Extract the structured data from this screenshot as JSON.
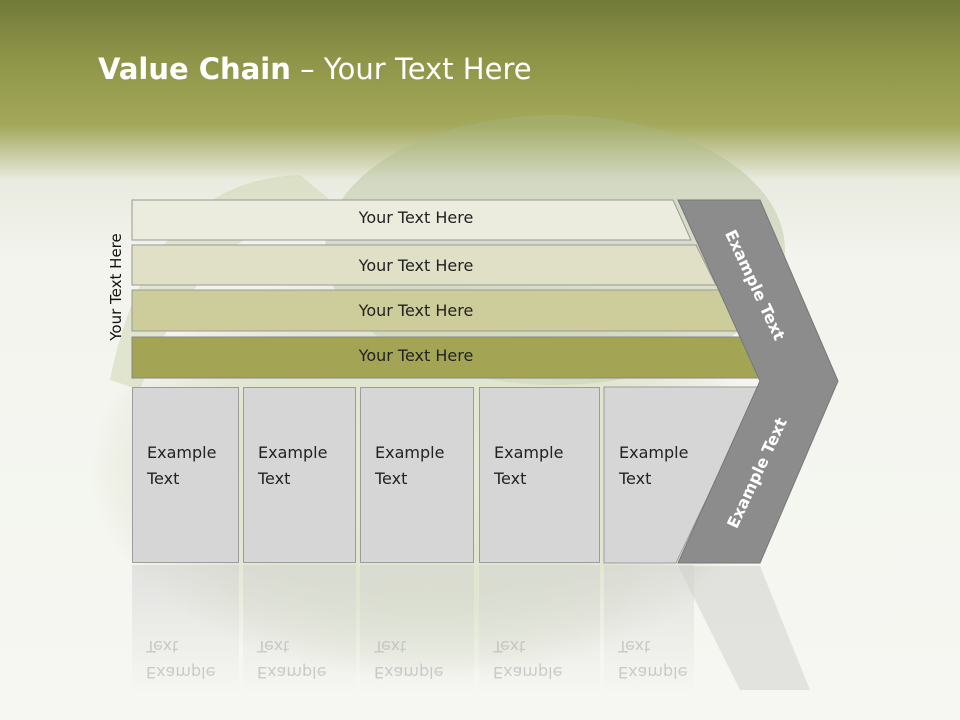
{
  "slide": {
    "title_bold": "Value Chain",
    "title_rest": " – Your Text Here",
    "side_label": "Your Text Here"
  },
  "rows": [
    {
      "label": "Your Text Here",
      "color": "#ececde"
    },
    {
      "label": "Your Text Here",
      "color": "#dfe0c5"
    },
    {
      "label": "Your Text Here",
      "color": "#cdcd9b"
    },
    {
      "label": "Your Text Here",
      "color": "#a3a554"
    }
  ],
  "boxes": [
    {
      "line1": "Example",
      "line2": "Text"
    },
    {
      "line1": "Example",
      "line2": "Text"
    },
    {
      "line1": "Example",
      "line2": "Text"
    },
    {
      "line1": "Example",
      "line2": "Text"
    },
    {
      "line1": "Example",
      "line2": "Text"
    }
  ],
  "chevron": {
    "upper_label": "Example Text",
    "lower_label": "Example Text",
    "color": "#8c8c8c"
  }
}
